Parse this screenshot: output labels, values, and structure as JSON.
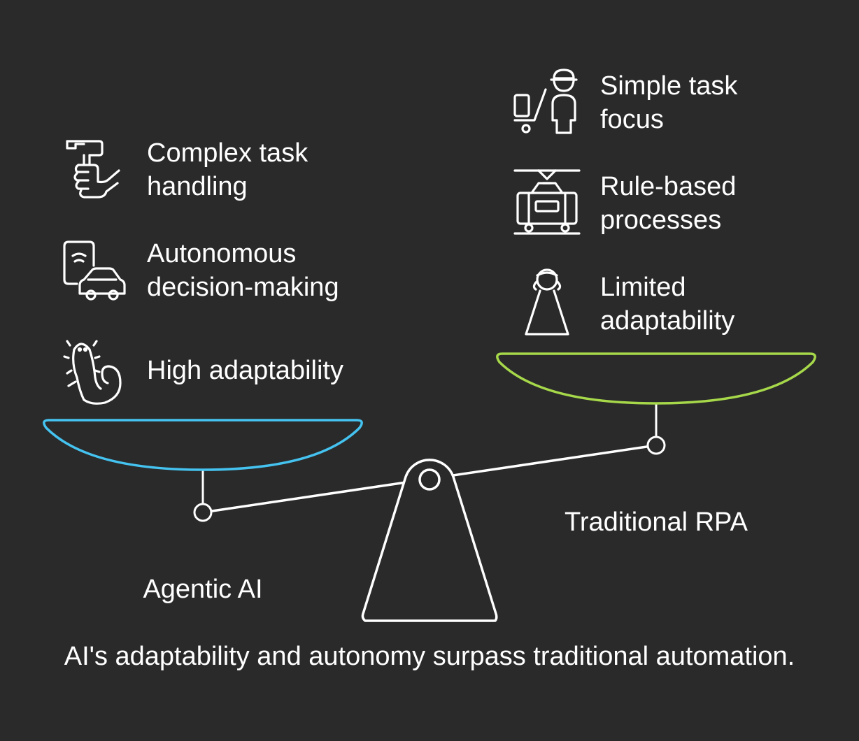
{
  "colors": {
    "background": "#2a2a2a",
    "line": "#ffffff",
    "left_pan": "#45c3f0",
    "right_pan": "#a6d84a"
  },
  "left": {
    "label": "Agentic AI",
    "items": [
      {
        "lines": [
          "Complex task",
          "handling"
        ],
        "icon": "hand-holding-tool-icon"
      },
      {
        "lines": [
          "Autonomous",
          "decision-making"
        ],
        "icon": "phone-car-icon"
      },
      {
        "lines": [
          "High adaptability"
        ],
        "icon": "axolotl-icon"
      }
    ]
  },
  "right": {
    "label": "Traditional RPA",
    "items": [
      {
        "lines": [
          "Simple task",
          "focus"
        ],
        "icon": "worker-cart-icon"
      },
      {
        "lines": [
          "Rule-based",
          "processes"
        ],
        "icon": "tram-icon"
      },
      {
        "lines": [
          "Limited",
          "adaptability"
        ],
        "icon": "person-icon"
      }
    ]
  },
  "caption": "AI's adaptability and autonomy surpass traditional automation."
}
